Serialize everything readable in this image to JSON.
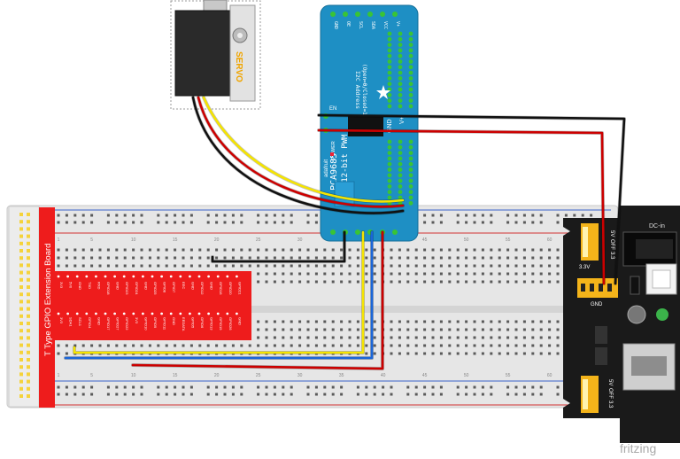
{
  "servo": {
    "label": "SERVO"
  },
  "pwm_board": {
    "title_line1": "PCA9685",
    "title_line2": "16x12-bit PWM",
    "brand": "adafruit",
    "i2c_address_line1": "I2C Address",
    "i2c_address_line2": "(Open=0/Closed=1)",
    "power_label": "POWER",
    "en_label": "EN",
    "header_labels": [
      "GND",
      "OE",
      "SCL",
      "SDA",
      "VCC",
      "V+"
    ],
    "side_labels": [
      "V+",
      "GND"
    ]
  },
  "gpio_board": {
    "title": "T Type GPIO Extension Board",
    "pins_top": [
      "3V3",
      "5V0",
      "GND",
      "TXD",
      "RXD",
      "GPIO18",
      "GND",
      "GPIO23",
      "GPIO24",
      "GND",
      "GPIO25",
      "GPIO8",
      "GPIO7",
      "EEC",
      "GND",
      "GPIO12",
      "GND",
      "GPIO16",
      "GPIO20",
      "GPIO21"
    ],
    "pins_bottom": [
      "3V3",
      "SDA1",
      "SCL1",
      "GPIO4",
      "GND",
      "GPIO17",
      "GPIO27",
      "GPIO22",
      "3V3",
      "GPIO10",
      "GPIO9",
      "GPIO11",
      "GND",
      "EEDATA",
      "GPIO5",
      "GPIO6",
      "GPIO13",
      "GPIO19",
      "GPIO26",
      "GND"
    ]
  },
  "power_module": {
    "dc_label": "DC-in",
    "top_jumper": [
      "5V",
      "OFF",
      "3.3"
    ],
    "bottom_jumper": [
      "5V",
      "OFF",
      "3.3"
    ],
    "v33_label": "3.3V",
    "gnd_label": "GND"
  },
  "breadboard": {
    "column_numbers": [
      "1",
      "5",
      "10",
      "15",
      "20",
      "25",
      "30",
      "35",
      "40",
      "45",
      "50",
      "55",
      "60"
    ]
  },
  "watermark": "fritzing",
  "colors": {
    "red_wire": "#cc0000",
    "black_wire": "#111111",
    "yellow_wire": "#f5e400",
    "blue_wire": "#1a66d9",
    "pwm_board": "#1e8fc4",
    "gpio_board": "#ee1c1c",
    "power_module": "#1a1a1a"
  }
}
